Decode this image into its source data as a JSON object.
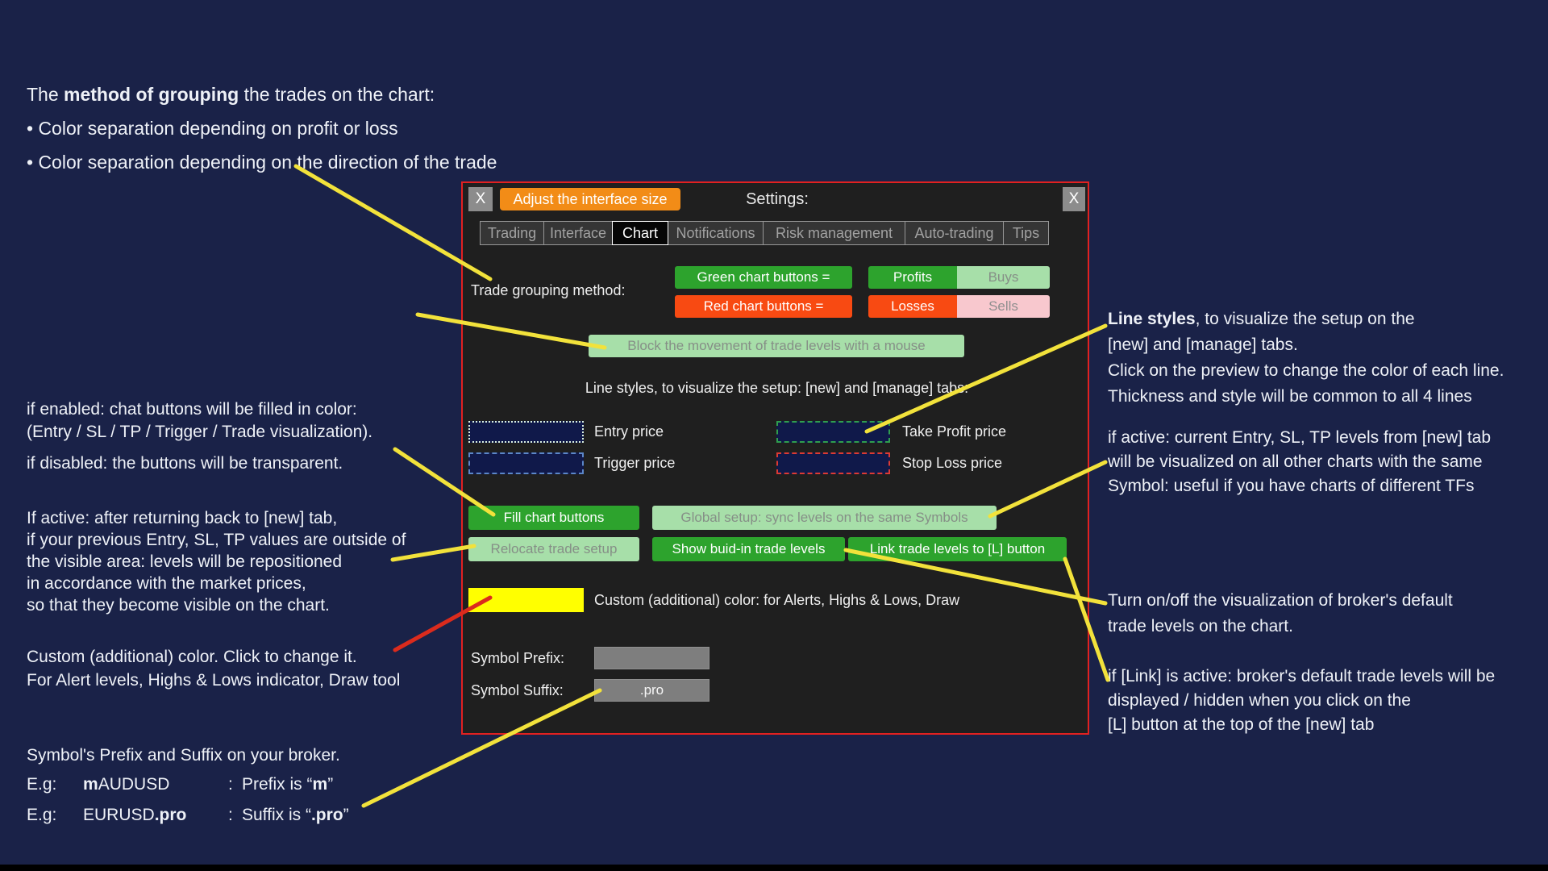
{
  "colors": {
    "background": "#1a2248",
    "dialog_background": "#1f1f1f",
    "dialog_border": "#e12120",
    "accent_orange": "#f28c17",
    "green": "#2da32d",
    "light_green": "#a7dfa9",
    "red_orange": "#f84a12",
    "pink": "#f8c8ce",
    "yellow_swatch": "#ffff00",
    "annotation_line_yellow": "#f2e23b",
    "annotation_line_red": "#db2b1d",
    "entry_preview_border": "#d9efe0",
    "take_profit_preview_border": "#2f9e4f",
    "trigger_preview_border": "#5b86c9",
    "stop_loss_preview_border": "#dd3a34"
  },
  "dialog": {
    "close_left": "X",
    "close_right": "X",
    "adjust_button": "Adjust the interface size",
    "title": "Settings:",
    "tabs": [
      {
        "label": "Trading"
      },
      {
        "label": "Interface"
      },
      {
        "label": "Chart"
      },
      {
        "label": "Notifications"
      },
      {
        "label": "Risk management"
      },
      {
        "label": "Auto-trading"
      },
      {
        "label": "Tips"
      }
    ],
    "grouping_label": "Trade grouping method:",
    "green_buttons_label": "Green chart buttons =",
    "profits_button": "Profits",
    "buys_button": "Buys",
    "red_buttons_label": "Red chart buttons =",
    "losses_button": "Losses",
    "sells_button": "Sells",
    "block_button": "Block the movement of trade levels with a mouse",
    "line_styles_caption": "Line styles, to visualize the setup: [new] and [manage] tabs:",
    "entry_label": "Entry price",
    "take_profit_label": "Take Profit price",
    "trigger_label": "Trigger price",
    "stop_loss_label": "Stop Loss price",
    "fill_button": "Fill chart buttons",
    "global_sync_button": "Global setup: sync levels on the same Symbols",
    "relocate_button": "Relocate trade setup",
    "show_builtin_button": "Show buid-in trade levels",
    "link_button": "Link trade levels to [L] button",
    "custom_color_caption": "Custom (additional) color: for Alerts, Highs & Lows, Draw",
    "prefix_label": "Symbol Prefix:",
    "prefix_value": "",
    "suffix_label": "Symbol Suffix:",
    "suffix_value": ".pro"
  },
  "annotations": {
    "grouping": {
      "pre": "The ",
      "bold": "method of grouping",
      "post": " the trades on the chart:",
      "bullet1": "• Color separation depending on profit or loss",
      "bullet2": "• Color separation depending on the direction of the trade"
    },
    "fill_buttons": {
      "line1": "if enabled: chat buttons will be filled in color:",
      "line2": "(Entry / SL / TP / Trigger / Trade visualization).",
      "line3": "if disabled: the buttons will be transparent."
    },
    "relocate": {
      "line1": "If active: after returning back to [new] tab,",
      "line2": "if your previous Entry, SL, TP values are outside of",
      "line3": "the visible area: levels will be repositioned",
      "line4": "in accordance with the market prices,",
      "line5": "so that they become visible on the chart."
    },
    "custom_color": {
      "line1": "Custom (additional) color. Click to change it.",
      "line2": "For Alert levels, Highs & Lows indicator, Draw tool"
    },
    "prefix_suffix": {
      "title": "Symbol's Prefix and Suffix on your broker.",
      "eg1": "E.g:",
      "sym1_bold": "m",
      "sym1_rest": "AUDUSD",
      "colon1": ":",
      "desc1_pre": "Prefix is “",
      "desc1_bold": "m",
      "desc1_post": "”",
      "eg2": "E.g:",
      "sym2_pre": "EURUSD",
      "sym2_bold": ".pro",
      "colon2": ":",
      "desc2_pre": "Suffix is “",
      "desc2_bold": ".pro",
      "desc2_post": "”"
    },
    "line_styles": {
      "bold": "Line styles",
      "post": ", to visualize the setup on the",
      "line2": "[new] and [manage] tabs.",
      "line3": "Click on the preview to change the color of each line.",
      "line4": "Thickness and style will be common to all 4 lines"
    },
    "global_sync": {
      "line1": "if active: current Entry, SL, TP levels from [new] tab",
      "line2": "will be visualized on all other charts with the same",
      "line3": "Symbol: useful if you have charts of different TFs"
    },
    "show_builtin": {
      "line1": "Turn on/off the visualization of broker's default",
      "line2": "trade levels on the chart."
    },
    "link": {
      "line1": "if [Link] is active: broker's default trade levels will be",
      "line2": "displayed / hidden when you click on the",
      "line3": "[L] button at the top of the [new] tab"
    }
  }
}
